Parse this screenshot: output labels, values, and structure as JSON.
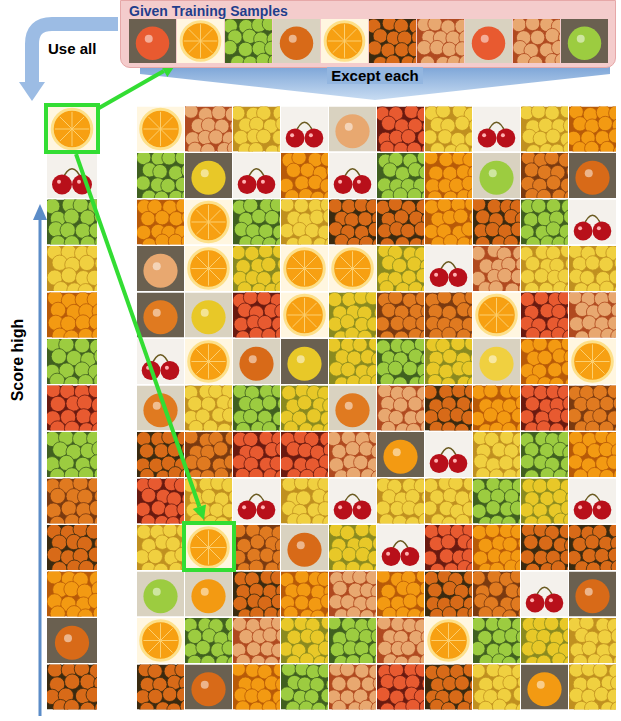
{
  "diagram": {
    "nodes": [
      {
        "text": [
          "Given Training Samples"
        ]
      }
    ],
    "labels": [
      "Use all",
      "Except each",
      "Score high"
    ]
  }
}
